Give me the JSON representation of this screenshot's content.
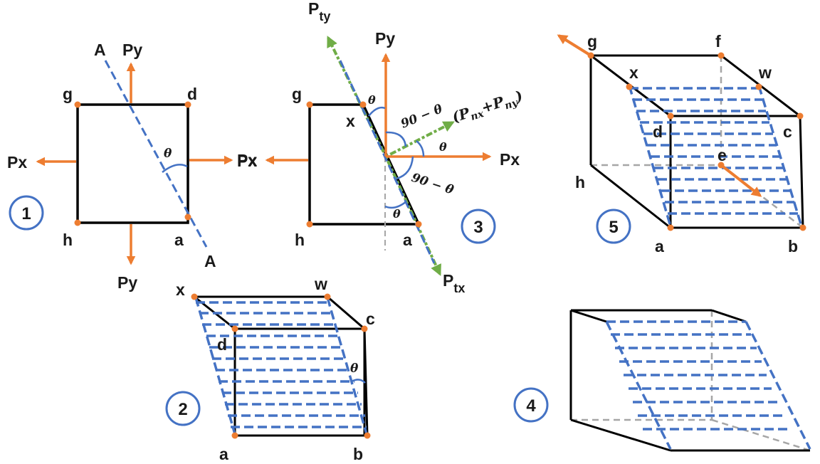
{
  "colors": {
    "edge": "#000000",
    "force": "#ED7D31",
    "plane": "#4472C4",
    "resultant": "#70AD47",
    "hidden": "#A6A6A6",
    "vertex": "#ED7D31",
    "badge": "#4472C4"
  },
  "panel1": {
    "badge": "1",
    "vertices": {
      "g": "g",
      "d": "d",
      "h": "h",
      "a": "a"
    },
    "section_top": "A",
    "section_bottom": "A",
    "force_y_top": "Py",
    "force_y_bottom": "Py",
    "force_x_left": "Px",
    "force_x_right": "Px",
    "angle": "θ"
  },
  "panel2": {
    "badge": "2",
    "vertices": {
      "x": "x",
      "w": "w",
      "c": "c",
      "d": "d",
      "a": "a",
      "b": "b"
    },
    "angle": "θ"
  },
  "panel3": {
    "badge": "3",
    "vertices": {
      "g": "g",
      "x": "x",
      "h": "h",
      "a": "a"
    },
    "force_y": "Py",
    "force_x_left": "Px",
    "force_x_right": "Px",
    "tangential_top_base": "P",
    "tangential_top_sub": "ty",
    "tangential_bottom_base": "P",
    "tangential_bottom_sub": "tx",
    "resultant": "(P",
    "resultant_sub1": "nx",
    "resultant_plus": "+P",
    "resultant_sub2": "ny",
    "resultant_close": ")",
    "angle_top": "θ",
    "angle_right": "θ",
    "angle_bottom": "θ",
    "comp_upper": "90 − θ",
    "comp_lower": "90 − θ"
  },
  "panel4": {
    "badge": "4"
  },
  "panel5": {
    "badge": "5",
    "vertices": {
      "g": "g",
      "f": "f",
      "x": "x",
      "w": "w",
      "d": "d",
      "c": "c",
      "h": "h",
      "e": "e",
      "a": "a",
      "b": "b"
    }
  }
}
